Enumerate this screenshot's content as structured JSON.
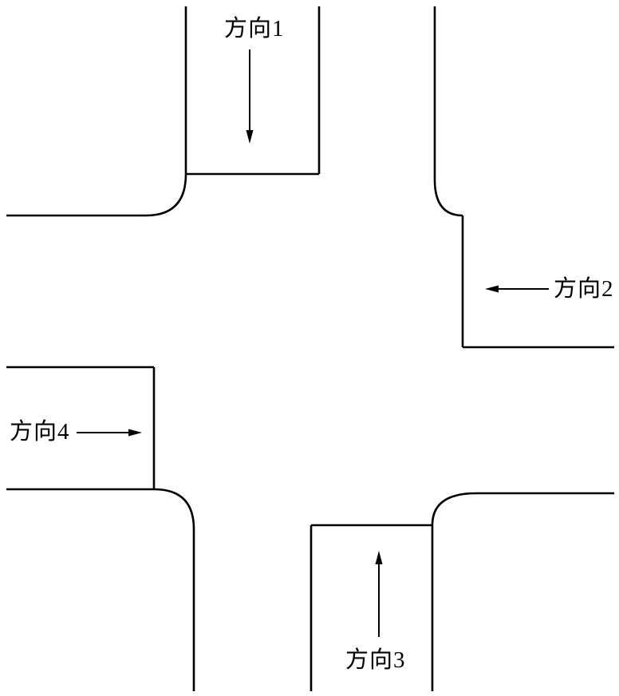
{
  "figure": {
    "background": "#ffffff",
    "line_color": "#000000",
    "description": "Schematic plan of a four-way road intersection; each approach road is drawn with a stop line and a rounded corner curb, arranged in a pinwheel pattern"
  },
  "labels": {
    "direction1": "方向1",
    "direction2": "方向2",
    "direction3": "方向3",
    "direction4": "方向4"
  },
  "diagram": {
    "type": "intersection-approach-diagram",
    "directions": [
      {
        "id": 1,
        "label": "方向1",
        "approach": "from top",
        "arrow": "down"
      },
      {
        "id": 2,
        "label": "方向2",
        "approach": "from right",
        "arrow": "left"
      },
      {
        "id": 3,
        "label": "方向3",
        "approach": "from bottom",
        "arrow": "up"
      },
      {
        "id": 4,
        "label": "方向4",
        "approach": "from left",
        "arrow": "right"
      }
    ]
  }
}
